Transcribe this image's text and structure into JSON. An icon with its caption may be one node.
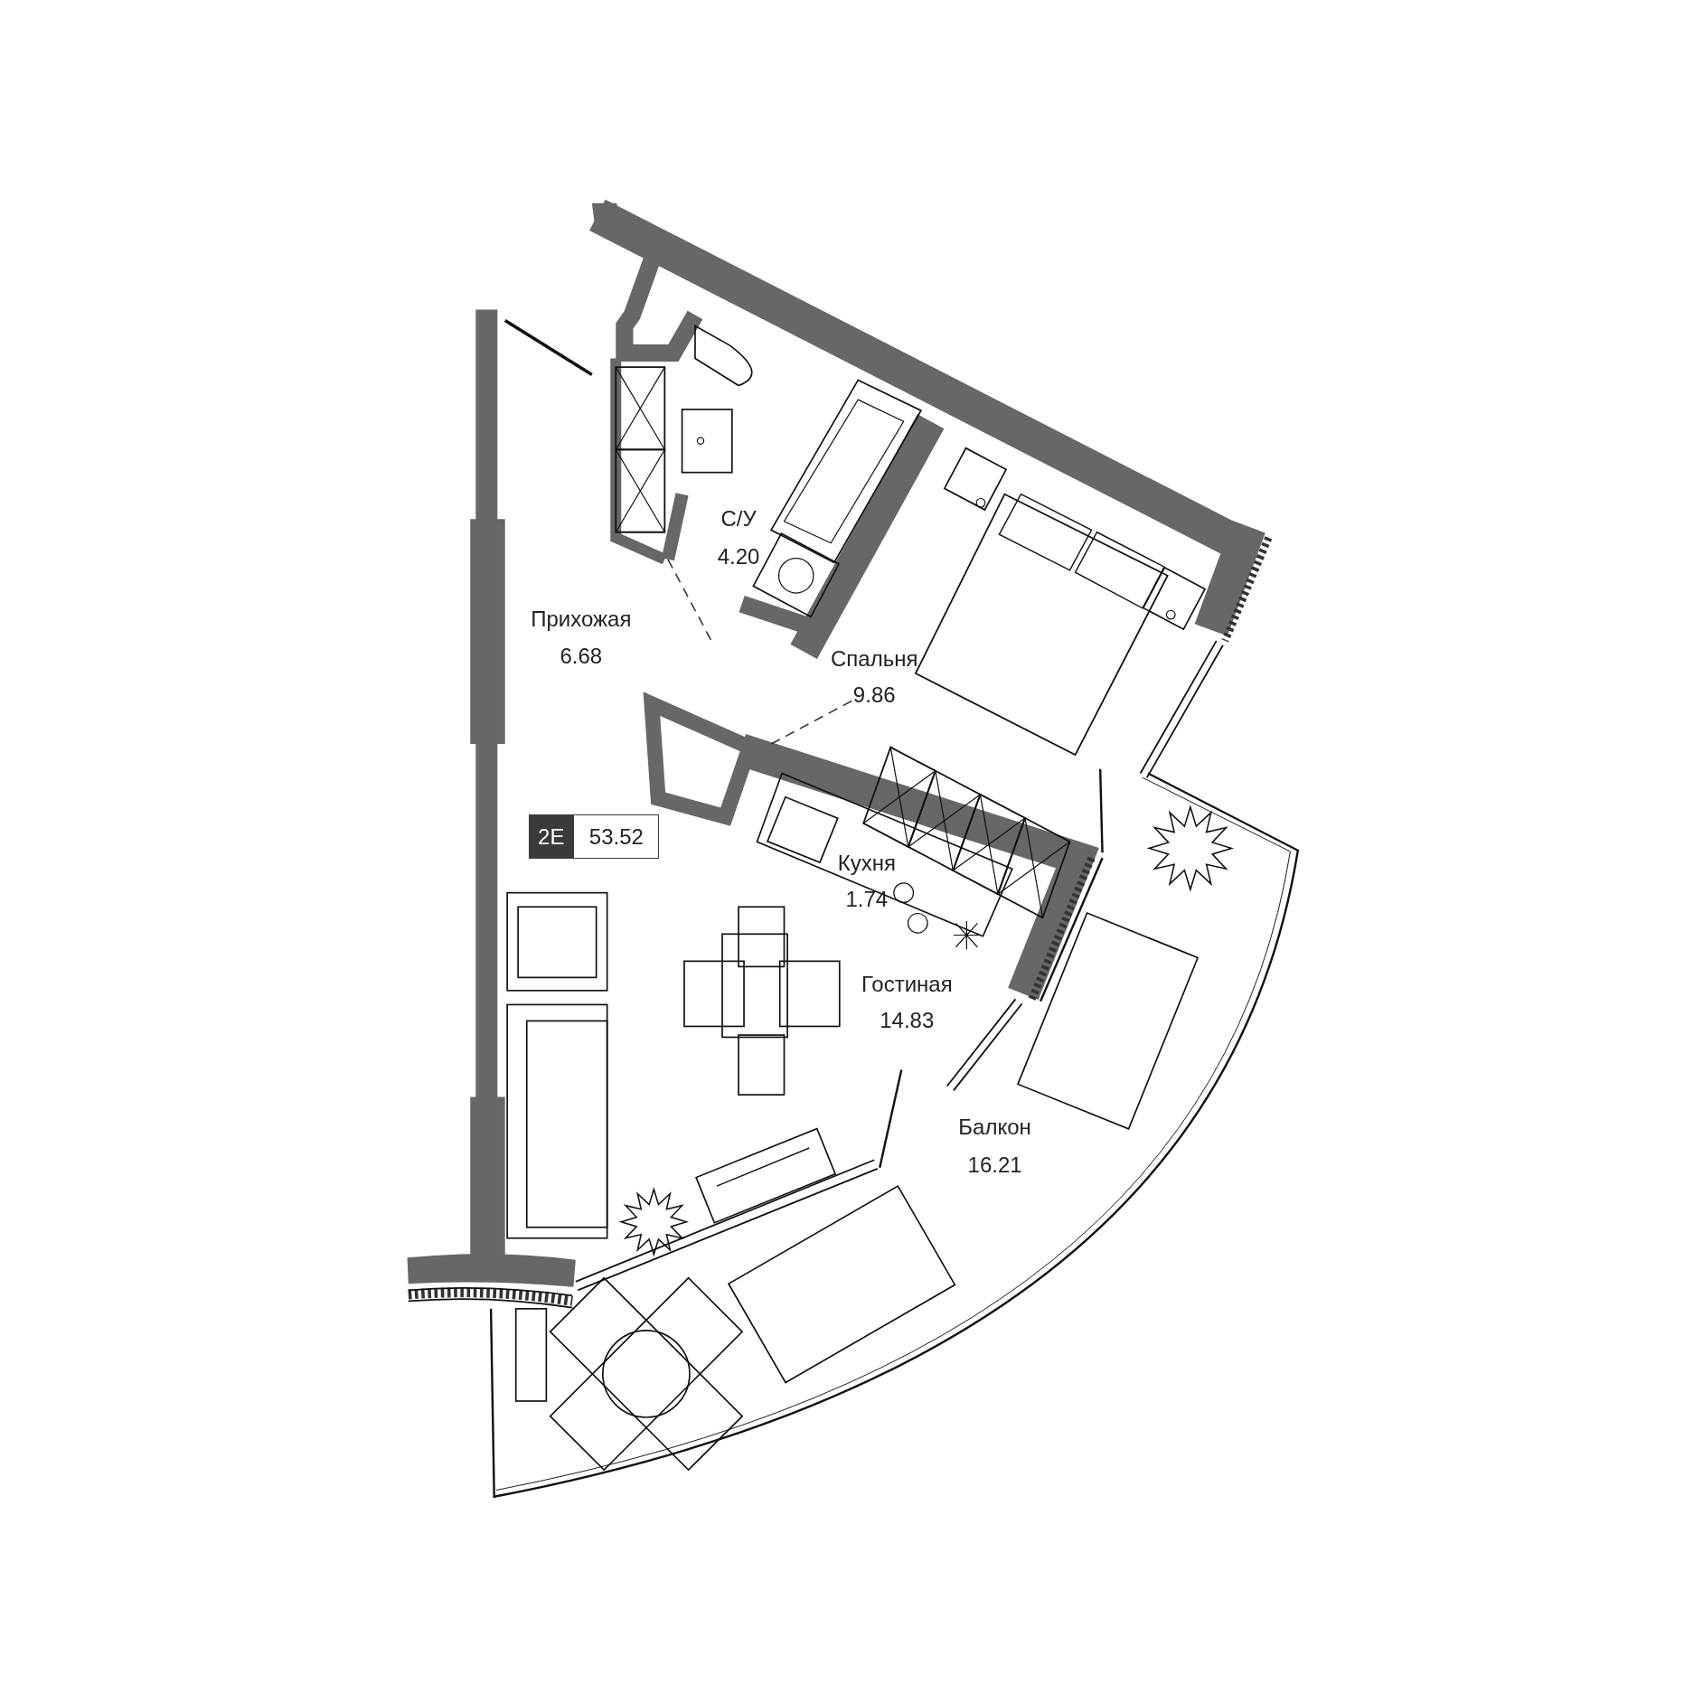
{
  "diagram": {
    "nodes": [
      {
        "text": [
          "2E"
        ]
      },
      {
        "text": [
          "53.52"
        ]
      }
    ],
    "labels": [
      "С/У",
      "4.20",
      "Прихожая",
      "6.68",
      "Спальня",
      "9.86",
      "Кухня",
      "1.74",
      "Гостиная",
      "14.83",
      "Балкон",
      "16.21"
    ]
  }
}
